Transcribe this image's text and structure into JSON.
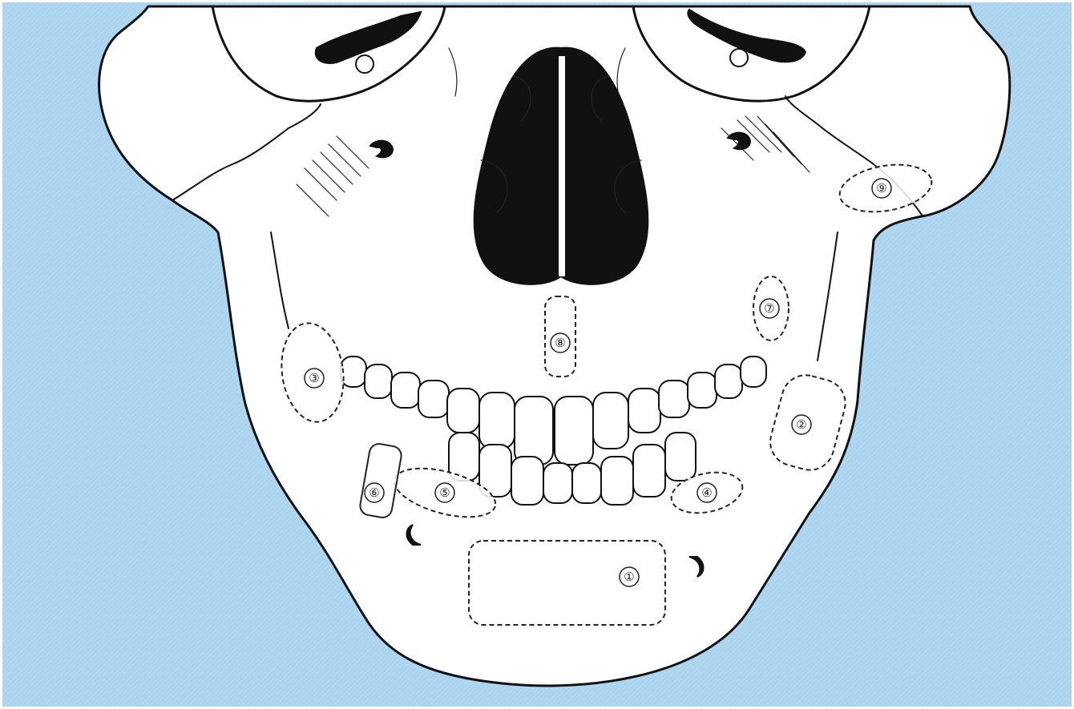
{
  "colors": {
    "background": "#a9d3ee",
    "bone": "#ffffff",
    "ink": "#111111"
  },
  "sites": [
    {
      "label": "①",
      "region": "chin-symphysis"
    },
    {
      "label": "②",
      "region": "left-mandibular-ramus"
    },
    {
      "label": "③",
      "region": "right-mandibular-ramus"
    },
    {
      "label": "④",
      "region": "left-mandibular-body"
    },
    {
      "label": "⑤",
      "region": "right-mandibular-body"
    },
    {
      "label": "⑥",
      "region": "right-parasymphysis-core"
    },
    {
      "label": "⑦",
      "region": "left-maxillary-tuberosity"
    },
    {
      "label": "⑧",
      "region": "anterior-nasal-spine"
    },
    {
      "label": "⑨",
      "region": "left-zygoma"
    }
  ]
}
